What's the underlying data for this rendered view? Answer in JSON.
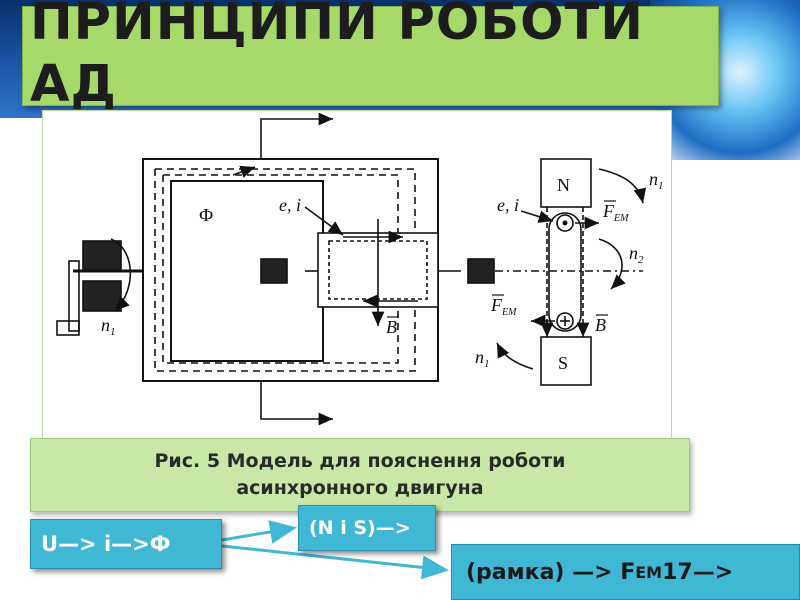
{
  "slide": {
    "title": "ПРИНЦИПИ РОБОТИ\nАД",
    "caption": "Рис. 5 Модель для пояснення роботи\nасинхронного двигуна",
    "accent_colors": {
      "title_bg": "#a6d86a",
      "caption_bg": "#c9e8a7",
      "flow_bg": "#3fb7d5",
      "header_bg": "#1b56a8"
    }
  },
  "figure": {
    "labels": {
      "flux": "Ф",
      "emf_left": "e, i",
      "emf_right": "e, i",
      "north": "N",
      "south": "S",
      "n1_top": "n",
      "n1_sub": "1",
      "n2": "n",
      "n2_sub": "2",
      "n1_bottom": "n",
      "n1_left": "n",
      "f_em_top": "F",
      "f_em_bottom": "F",
      "f_em_sub": "EM",
      "b_center": "B",
      "b_right": "B",
      "plus": "+"
    }
  },
  "flow": {
    "box1": "U—> i—>Ф",
    "box2": "(N i S)—>",
    "box3_prefix": "(рамка) —> F",
    "box3_sub": "EM",
    "box3_suffix": " 17—>"
  }
}
